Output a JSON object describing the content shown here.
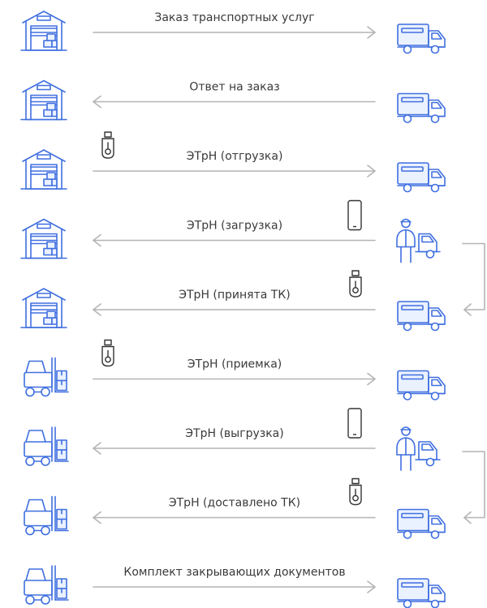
{
  "colors": {
    "icon_blue": "#3f6fe0",
    "icon_light": "#eaf1ff",
    "arrow_gray": "#b4b4b4",
    "text": "#3a3a3a"
  },
  "rows": [
    {
      "label": "Заказ транспортных услуг",
      "direction": "right",
      "left_icon": "warehouse-icon",
      "right_icon": "truck-icon",
      "device": "none"
    },
    {
      "label": "Ответ на заказ",
      "direction": "left",
      "left_icon": "warehouse-icon",
      "right_icon": "truck-icon",
      "device": "none"
    },
    {
      "label": "ЭТрН (отгрузка)",
      "direction": "right",
      "left_icon": "warehouse-icon",
      "right_icon": "truck-icon",
      "device": "usb-key-left"
    },
    {
      "label": "ЭТрН (загрузка)",
      "direction": "left",
      "left_icon": "warehouse-icon",
      "right_icon": "driver-truck-icon",
      "device": "smartphone-right"
    },
    {
      "label": "ЭТрН (принята ТК)",
      "direction": "left",
      "left_icon": "warehouse-icon",
      "right_icon": "truck-icon",
      "device": "usb-key-right"
    },
    {
      "label": "ЭТрН (приемка)",
      "direction": "right",
      "left_icon": "forklift-icon",
      "right_icon": "truck-icon",
      "device": "usb-key-left"
    },
    {
      "label": "ЭТрН (выгрузка)",
      "direction": "left",
      "left_icon": "forklift-icon",
      "right_icon": "driver-truck-icon",
      "device": "smartphone-right"
    },
    {
      "label": "ЭТрН (доставлено ТК)",
      "direction": "left",
      "left_icon": "forklift-icon",
      "right_icon": "truck-icon",
      "device": "usb-key-right"
    },
    {
      "label": "Комплект закрывающих документов",
      "direction": "right",
      "left_icon": "forklift-icon",
      "right_icon": "truck-icon",
      "device": "none"
    }
  ],
  "connectors": [
    {
      "from_row": 3,
      "to_row": 4,
      "icon": "connector-arrow"
    },
    {
      "from_row": 6,
      "to_row": 7,
      "icon": "connector-arrow"
    }
  ]
}
